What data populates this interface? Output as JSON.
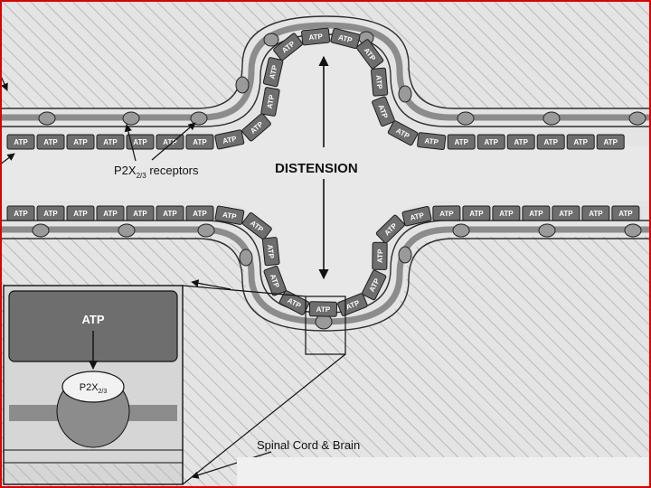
{
  "labels": {
    "receptors": "P2X",
    "receptors_sub": "2/3",
    "receptors_tail": " receptors",
    "distension": "DISTENSION",
    "spinal": "Spinal Cord & Brain",
    "inset_atp": "ATP",
    "inset_receptor": "P2X",
    "inset_receptor_sub": "2/3"
  },
  "block_label": "ATP",
  "colors": {
    "background": "#e4e4e4",
    "hatch": "#b9b9b9",
    "atp_block": "#6e6e6e",
    "nerve_band": "#8c8c8c",
    "frame_red": "#e00000",
    "inset_panel": "#d6d6d6"
  }
}
